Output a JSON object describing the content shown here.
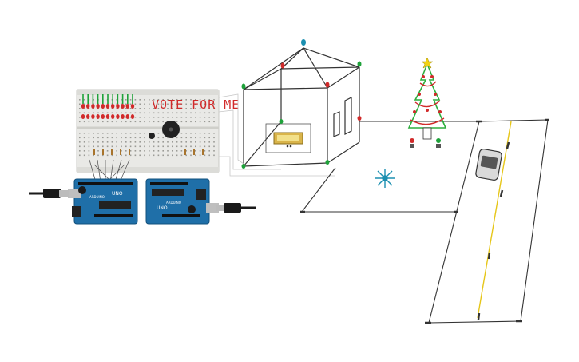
{
  "circuit": {
    "breadboard_text": "VOTE FOR ME",
    "arduino_left": {
      "model_label": "UNO",
      "brand_label": "ARDUINO"
    },
    "arduino_right": {
      "model_label": "UNO",
      "brand_label": "ARDUINO"
    }
  },
  "colors": {
    "wire": "#333333",
    "road_line": "#e6c619",
    "arduino_blue": "#1f6fa8",
    "led_red": "#d12a2a",
    "led_green": "#1ea23a",
    "tree_green": "#2eae3e",
    "star_yellow": "#f2d215",
    "sensor_teal": "#1b8fb0"
  },
  "icons": [
    "usb-cable-icon",
    "buzzer-icon",
    "lcd-module-icon",
    "christmas-tree-icon",
    "sensor-icon",
    "car-icon"
  ]
}
